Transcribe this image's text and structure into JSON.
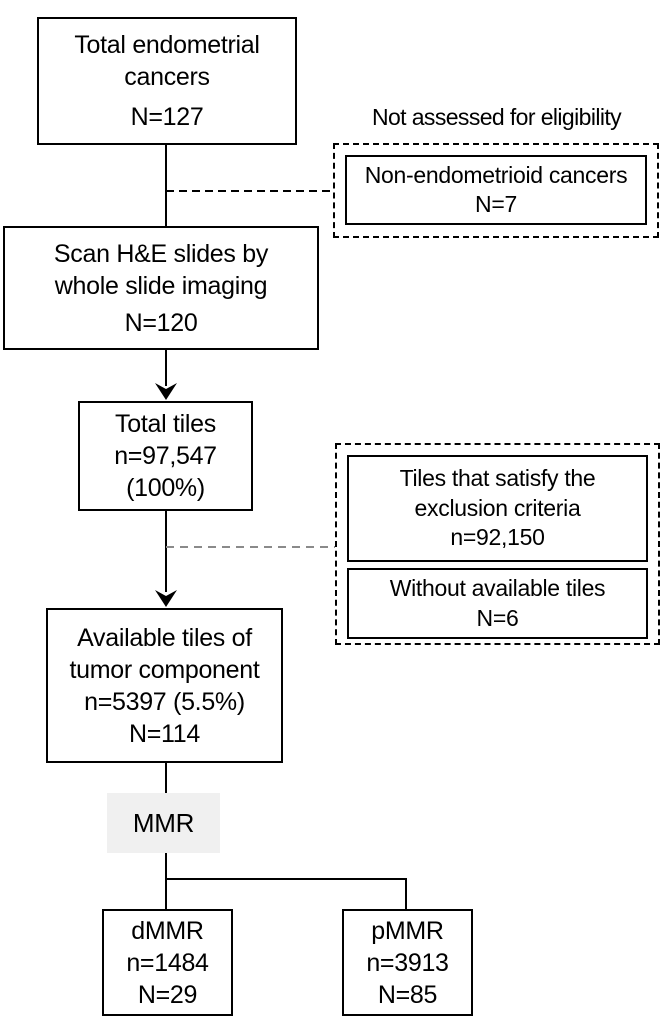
{
  "diagram": {
    "nodes": {
      "total_cancers": {
        "title": "Total endometrial cancers",
        "n": "N=127"
      },
      "scan": {
        "title": "Scan H&E slides by whole slide imaging",
        "n": "N=120"
      },
      "total_tiles": {
        "title": "Total tiles",
        "n": "n=97,547",
        "pct": "(100%)"
      },
      "available_tiles": {
        "title": "Available tiles of tumor component",
        "n": "n=5397 (5.5%)",
        "cases": "N=114"
      },
      "mmr": {
        "label": "MMR"
      },
      "dmmr": {
        "title": "dMMR",
        "n": "n=1484",
        "cases": "N=29"
      },
      "pmmr": {
        "title": "pMMR",
        "n": "n=3913",
        "cases": "N=85"
      }
    },
    "exclusions": {
      "label": "Not assessed for eligibility",
      "non_endometrioid": {
        "title": "Non-endometrioid cancers",
        "n": "N=7"
      },
      "excluded_tiles": {
        "title": "Tiles that satisfy the exclusion criteria",
        "n": "n=92,150"
      },
      "no_tiles": {
        "title": "Without available tiles",
        "n": "N=6"
      }
    },
    "colors": {
      "line": "#000000",
      "gray_dashed_line": "#8a8a8a",
      "mmr_background": "#f0f0f0",
      "background": "#ffffff"
    }
  }
}
